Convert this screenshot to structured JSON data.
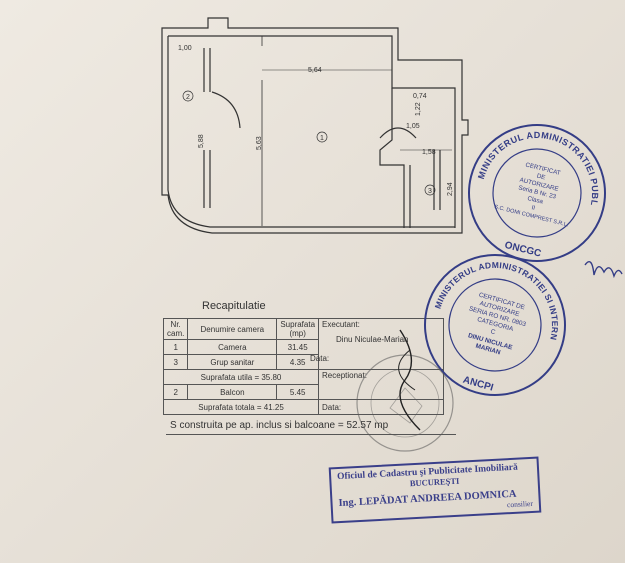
{
  "plan": {
    "dimensions": [
      "1,00",
      "5,64",
      "0,74",
      "1,22",
      "1,05",
      "1,58",
      "5,88",
      "5,63",
      "2,94"
    ],
    "room_labels": [
      "2",
      "1",
      "3"
    ]
  },
  "recap": {
    "title": "Recapitulatie",
    "headers": {
      "nr": "Nr. cam.",
      "name": "Denumire camera",
      "area": "Suprafata (mp)",
      "executant": "Executant:"
    },
    "executant_name": "Dinu Niculae-Marian",
    "receptionat": "Receptionat:",
    "data1": "Data:",
    "data2": "Data:",
    "rows": [
      {
        "nr": "1",
        "name": "Camera",
        "area": "31.45"
      },
      {
        "nr": "3",
        "name": "Grup sanitar",
        "area": "4.35"
      }
    ],
    "util": "Suprafata utila = 35.80",
    "balcony": {
      "nr": "2",
      "name": "Balcon",
      "area": "5.45"
    },
    "total": "Suprafata totala = 41.25",
    "sconstruita": "S construita pe ap. inclus si balcoane = 52.57 mp"
  },
  "stamps": {
    "oncgc": {
      "ring": "MINISTERUL ADMINISTRATIEI PUBLICE",
      "bottom": "ONCGC",
      "center": [
        "CERTIFICAT",
        "DE",
        "AUTORIZARE",
        "Seria B Nr. 23",
        "Clasa",
        "II",
        "S.C. DOMI COMPREST S.R.L."
      ]
    },
    "ancpi": {
      "ring": "MINISTERUL ADMINISTRATIEI SI INTERNELOR",
      "bottom": "ANCPI",
      "center": [
        "CERTIFICAT DE",
        "AUTORIZARE",
        "SERIA RO NR. 0803",
        "CATEGORIA",
        "C",
        "DINU NICULAE",
        "MARIAN"
      ]
    },
    "ocpi": {
      "line1": "Oficiul de Cadastru şi Publicitate Imobiliară",
      "line2": "BUCUREŞTI",
      "line3": "Ing. LEPĂDAT ANDREEA DOMNICA",
      "line4": "consilier"
    }
  },
  "colors": {
    "ink": "#2b2b2b",
    "stamp_blue": "#343d86",
    "paper": "#ebe6de"
  }
}
